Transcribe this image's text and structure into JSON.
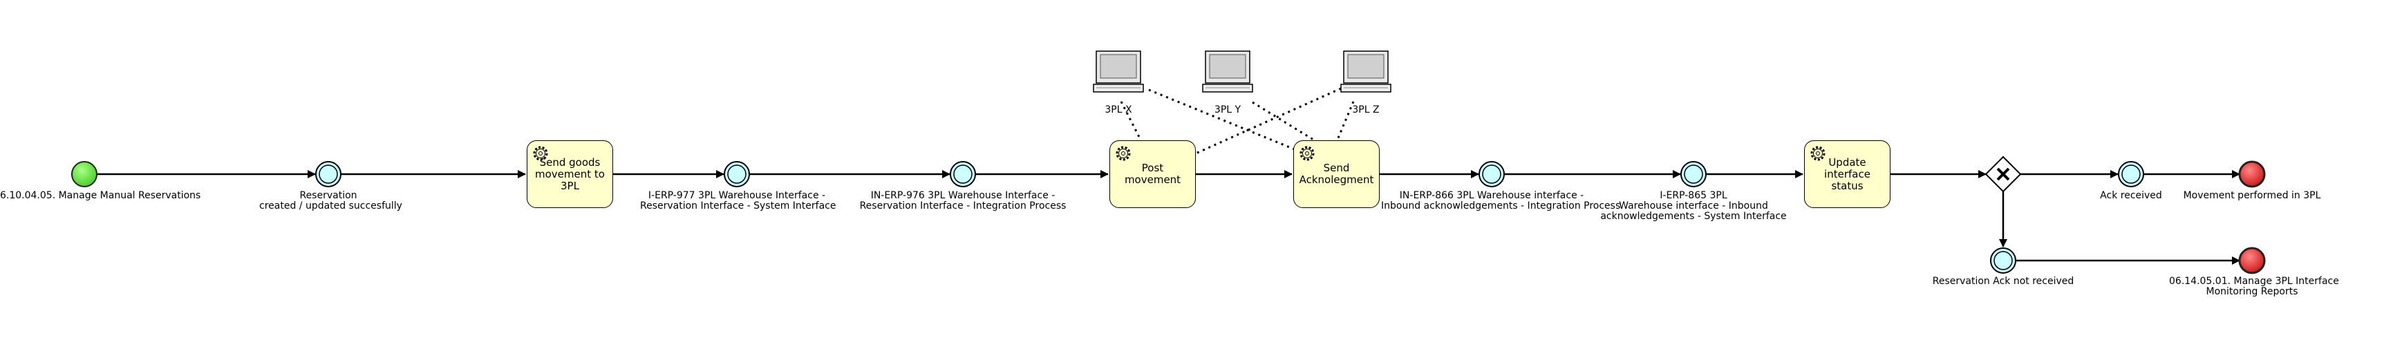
{
  "diagram": {
    "start_event_label": "6.10.04.05. Manage Manual Reservations",
    "events": {
      "reservation": [
        "Reservation",
        "created / updated succesfully"
      ],
      "ierp977": [
        "I-ERP-977 3PL Warehouse Interface -",
        "Reservation Interface - System Interface"
      ],
      "inerp976": [
        "IN-ERP-976 3PL Warehouse Interface -",
        "Reservation Interface - Integration Process"
      ],
      "inerp866": [
        "IN-ERP-866 3PL Warehouse interface -",
        "Inbound acknowledgements - Integration Process"
      ],
      "ierp865": [
        "I-ERP-865 3PL",
        "Warehouse interface - Inbound",
        "acknowledgements - System Interface"
      ],
      "ack_received": "Ack received",
      "reservation_ack_not_received": "Reservation Ack not received"
    },
    "tasks": {
      "send_goods": "Send goods movement to 3PL",
      "post_movement": "Post movement",
      "send_ack": "Send Acknolegment",
      "update_status": "Update interface status"
    },
    "systems": [
      "3PL X",
      "3PL Y",
      "3PL Z"
    ],
    "end_events": {
      "movement_performed": "Movement performed in 3PL",
      "manage_reports": [
        "06.14.05.01. Manage 3PL Interface",
        "Monitoring Reports"
      ]
    },
    "colors": {
      "start_fill": "#66dd44",
      "intermediate_fill": "#ccffff",
      "end_fill": "#dd2222",
      "task_fill": "#ffffcc"
    }
  }
}
